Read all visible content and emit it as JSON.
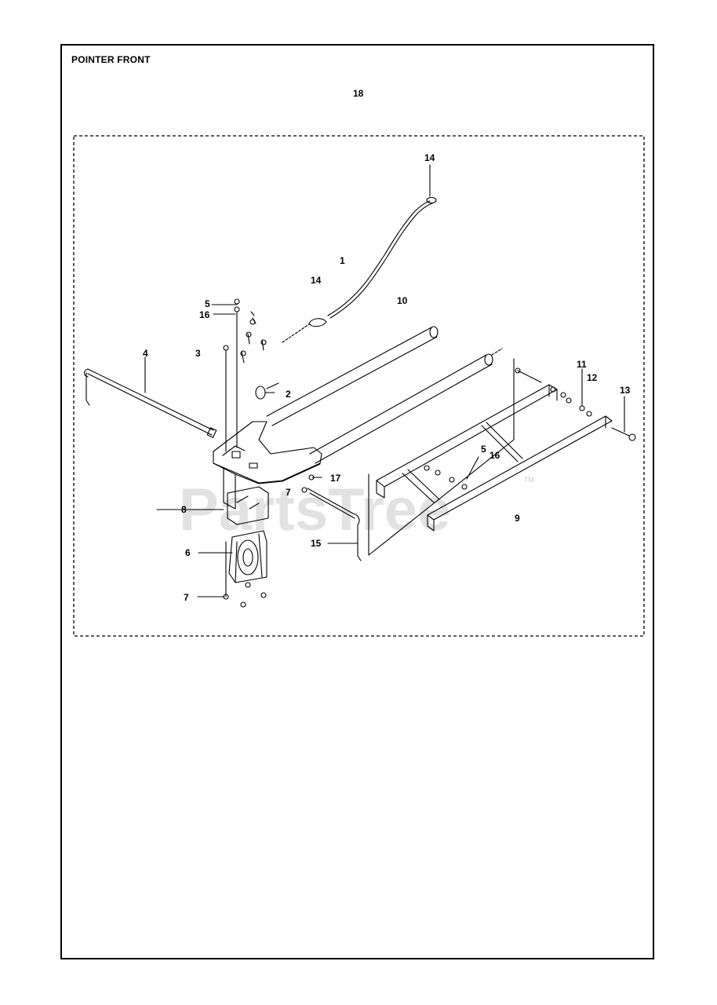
{
  "title": "POINTER FRONT",
  "watermark": "PartsTree",
  "watermark_mark": "TM",
  "callouts": {
    "c18": "18",
    "c14_top": "14",
    "c1": "1",
    "c14_mid": "14",
    "c10": "10",
    "c5_left": "5",
    "c16_left": "16",
    "c3": "3",
    "c4": "4",
    "c2": "2",
    "c11": "11",
    "c12": "12",
    "c13": "13",
    "c5_right": "5",
    "c16_right": "16",
    "c17": "17",
    "c7_mid": "7",
    "c8": "8",
    "c9": "9",
    "c15": "15",
    "c6": "6",
    "c7_bottom": "7"
  },
  "colors": {
    "line": "#000000",
    "watermark": "#d9d9d9"
  }
}
